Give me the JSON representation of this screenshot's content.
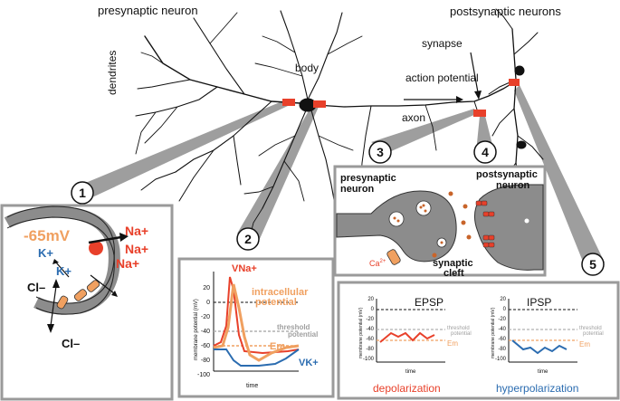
{
  "top_labels": {
    "presynaptic_neuron": "presynaptic neuron",
    "postsynaptic_neurons": "postsynaptic neurons",
    "dendrites": "dendrites",
    "body": "body",
    "synapse": "synapse",
    "action_potential": "action potential",
    "axon": "axon"
  },
  "step_numbers": [
    "1",
    "2",
    "3",
    "4",
    "5"
  ],
  "panel1": {
    "voltage": "-65mV",
    "na_labels": [
      "Na+",
      "Na+",
      "Na+"
    ],
    "k_labels": [
      "K+",
      "K+"
    ],
    "cl_labels": [
      "Cl–",
      "Cl–"
    ]
  },
  "panel2": {
    "ylabel": "membrane potential (mV)",
    "xlabel": "time",
    "yticks": [
      "20",
      "0",
      "-20",
      "-40",
      "-60",
      "-80",
      "-100"
    ],
    "labels": {
      "vna": "VNa+",
      "intracellular_1": "intracellular",
      "intracellular_2": "potential",
      "threshold_1": "threshold",
      "threshold_2": "potential",
      "em": "Em",
      "vk": "VK+"
    }
  },
  "panel3": {
    "pre_1": "presynaptic",
    "pre_2": "neuron",
    "post_1": "postsynaptic",
    "post_2": "neuron",
    "cleft_1": "synaptic",
    "cleft_2": "cleft",
    "ca": "Ca",
    "ca_sup": "2+"
  },
  "panel5": {
    "epsp_title": "EPSP",
    "ipsp_title": "IPSP",
    "ylabel": "membrane potential (mV)",
    "xlabel": "time",
    "yticks": [
      "20",
      "0",
      "-20",
      "-40",
      "-60",
      "-80",
      "-100"
    ],
    "threshold_1": "threshold",
    "threshold_2": "potential",
    "em": "Em",
    "depolarization": "depolarization",
    "hyperpolarization": "hyperpolarization"
  },
  "colors": {
    "red": "#e8402a",
    "orange": "#f0a060",
    "blue": "#2b6cb0",
    "gray": "#8a8a8a",
    "light_gray": "#b0b0b0",
    "channel": "#e85a3a"
  }
}
